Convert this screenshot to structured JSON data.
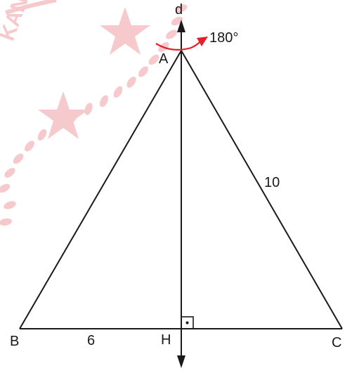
{
  "diagram": {
    "axis_label": "d",
    "rotation_label": "180°",
    "vertices": {
      "A": "A",
      "B": "B",
      "C": "C",
      "H": "H"
    },
    "side_labels": {
      "BH": "6",
      "AC": "10"
    },
    "colors": {
      "lines": "#1a1a1a",
      "rotation_arrow": "#e3212d",
      "watermark": "#f6c9cc"
    },
    "watermark_text": "KAN"
  }
}
